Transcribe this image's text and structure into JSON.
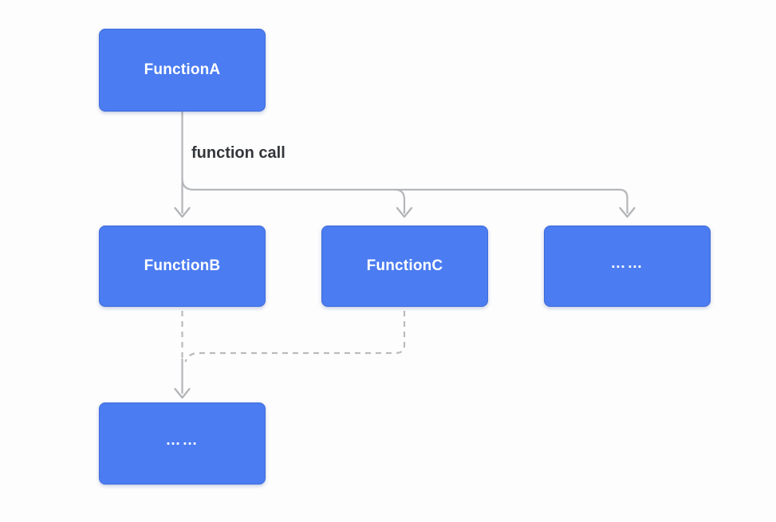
{
  "diagram": {
    "type": "function-call-flowchart",
    "edge_label": "function call",
    "nodes": [
      {
        "id": "function-a",
        "label": "FunctionA",
        "row": "caller"
      },
      {
        "id": "function-b",
        "label": "FunctionB",
        "row": "callees"
      },
      {
        "id": "function-c",
        "label": "FunctionC",
        "row": "callees"
      },
      {
        "id": "more-callees",
        "label": "……",
        "row": "callees"
      },
      {
        "id": "more-nested",
        "label": "……",
        "row": "nested"
      }
    ],
    "edges": [
      {
        "from": "function-a",
        "to": "function-b",
        "style": "solid",
        "label": "function call"
      },
      {
        "from": "function-a",
        "to": "function-c",
        "style": "solid",
        "label": "function call"
      },
      {
        "from": "function-a",
        "to": "more-callees",
        "style": "solid",
        "label": "function call"
      },
      {
        "from": "function-b",
        "to": "more-nested",
        "style": "dashed"
      },
      {
        "from": "function-c",
        "to": "more-nested",
        "style": "dashed"
      }
    ],
    "colors": {
      "background": "#fdfdfd",
      "node_fill": "#4b7cf1",
      "node_border": "#3e6cd8",
      "node_text": "#ffffff",
      "solid_connector": "#b4b6b9",
      "dashed_connector": "#b9bbbd",
      "edge_label_text": "#33363b"
    }
  }
}
